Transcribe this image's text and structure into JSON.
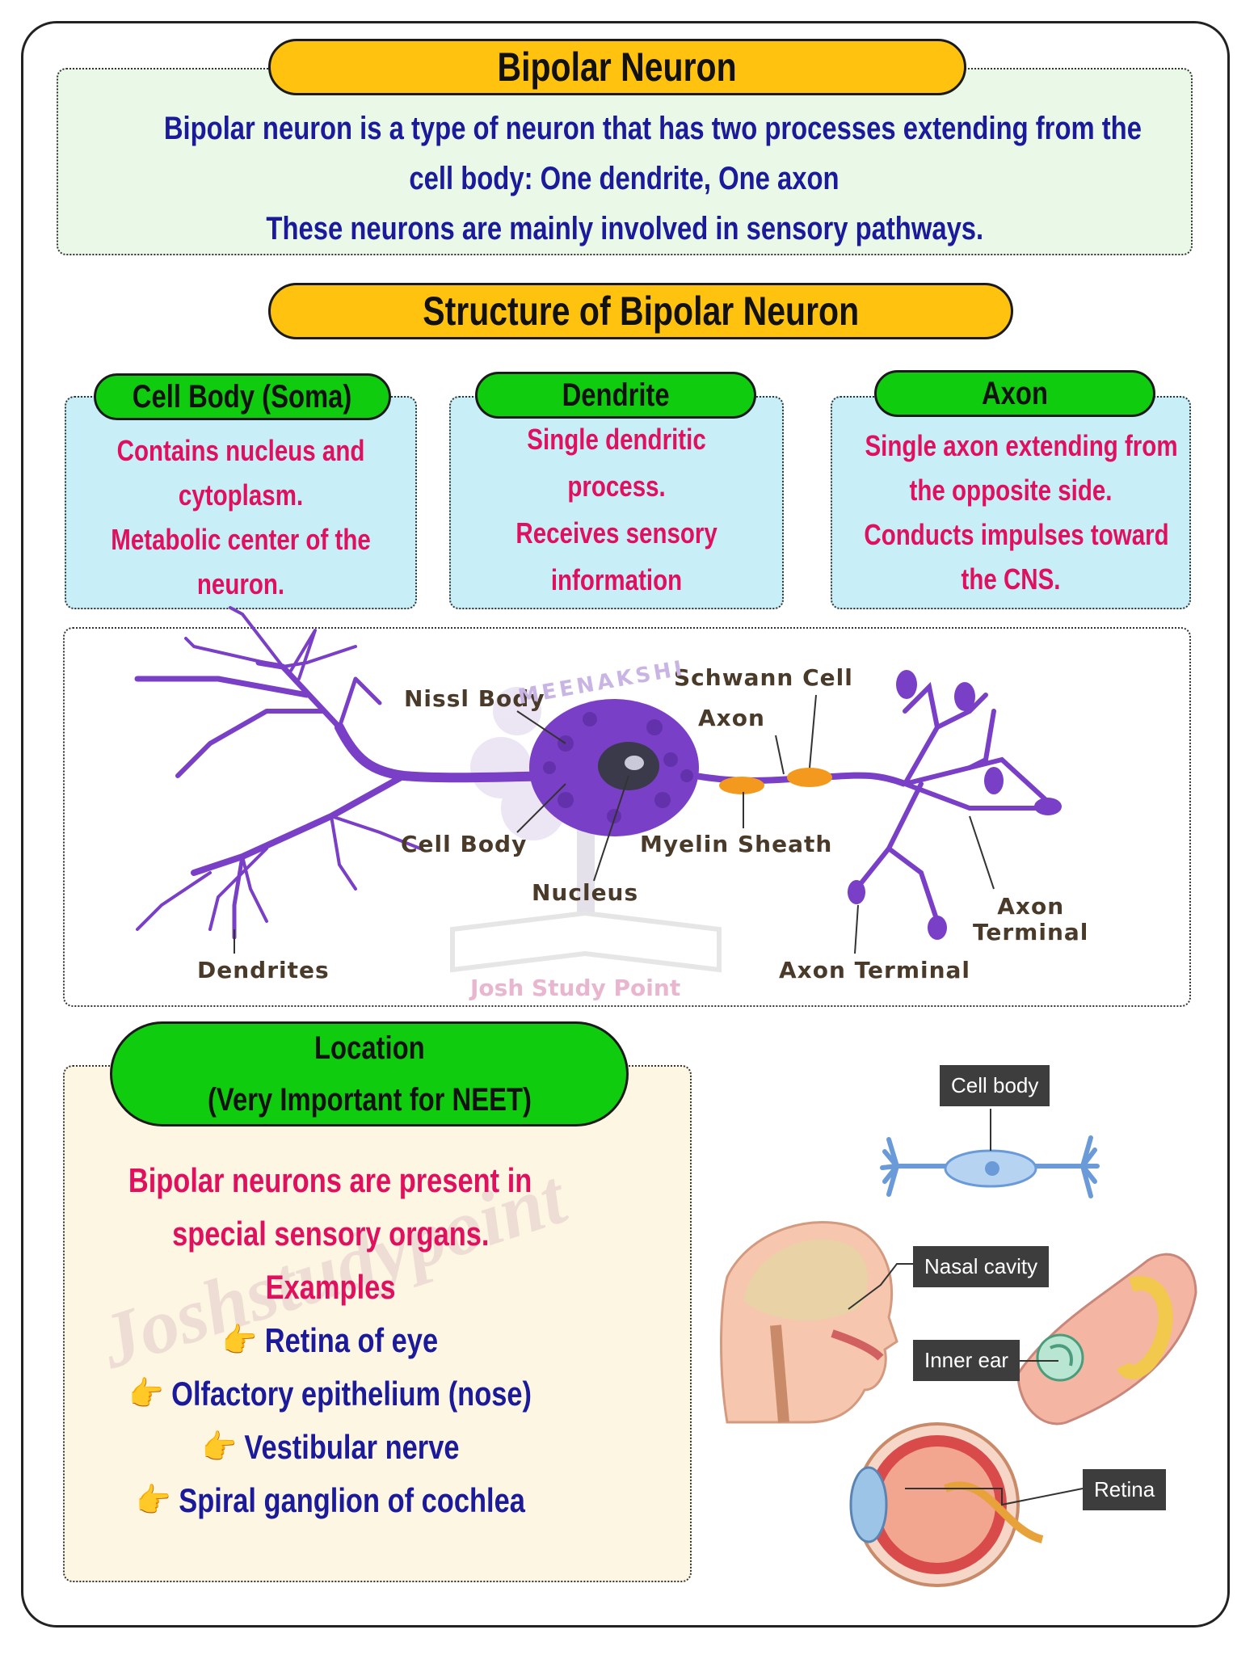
{
  "title": "Bipolar Neuron",
  "intro": {
    "line1": "Bipolar neuron is a type of neuron that has two processes extending from the",
    "line2": "cell body: One dendrite, One axon",
    "line3": "These neurons are mainly involved in sensory pathways."
  },
  "structure_title": "Structure of Bipolar Neuron",
  "cards": [
    {
      "heading": "Cell Body (Soma)",
      "lines": [
        "Contains nucleus and",
        "cytoplasm.",
        "Metabolic center of the",
        "neuron."
      ]
    },
    {
      "heading": "Dendrite",
      "lines": [
        "Single dendritic",
        "process.",
        "Receives sensory",
        "information"
      ]
    },
    {
      "heading": "Axon",
      "lines": [
        "Single axon extending from",
        "the opposite side.",
        "Conducts impulses toward",
        "the CNS."
      ]
    }
  ],
  "diagram": {
    "labels": {
      "nissl_body": "Nissl Body",
      "schwann_cell": "Schwann Cell",
      "axon": "Axon",
      "cell_body": "Cell Body",
      "myelin_sheath": "Myelin Sheath",
      "nucleus": "Nucleus",
      "axon_terminal_1": "Axon",
      "axon_terminal_1b": "Terminal",
      "axon_terminal_2": "Axon Terminal",
      "dendrites": "Dendrites"
    },
    "watermark_top": "MEENAKSHI",
    "watermark_bottom": "Josh Study Point"
  },
  "location": {
    "heading_line1": "Location",
    "heading_line2": "(Very Important for NEET)",
    "line1": "Bipolar neurons are present in",
    "line2": "special sensory organs.",
    "examples_label": "Examples",
    "items": [
      "Retina of eye",
      "Olfactory epithelium (nose)",
      "Vestibular nerve",
      "Spiral ganglion of cochlea"
    ],
    "pointer_icon": "👉",
    "watermark": "Joshstudypoint"
  },
  "right_figure": {
    "cell_body": "Cell body",
    "nasal_cavity": "Nasal cavity",
    "inner_ear": "Inner ear",
    "retina": "Retina"
  }
}
